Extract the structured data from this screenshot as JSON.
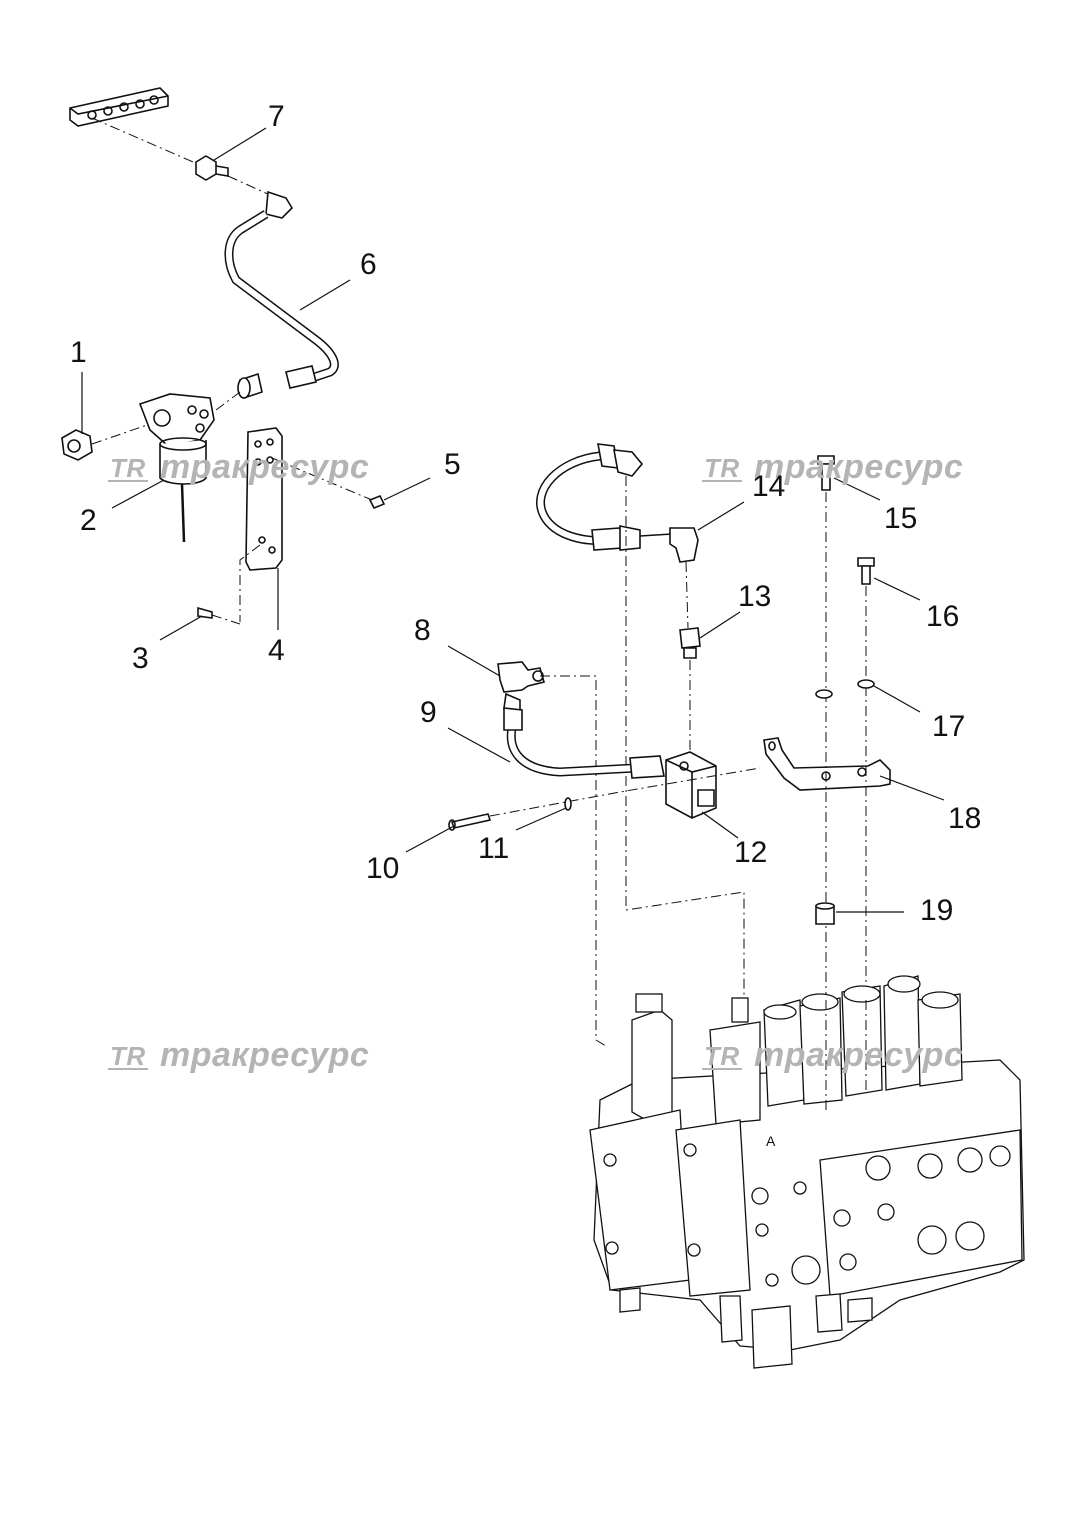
{
  "callouts": [
    "1",
    "2",
    "3",
    "4",
    "5",
    "6",
    "7",
    "8",
    "9",
    "10",
    "11",
    "12",
    "13",
    "14",
    "15",
    "16",
    "17",
    "18",
    "19"
  ],
  "watermark": {
    "text": "тракресурс",
    "logo": "TR"
  }
}
